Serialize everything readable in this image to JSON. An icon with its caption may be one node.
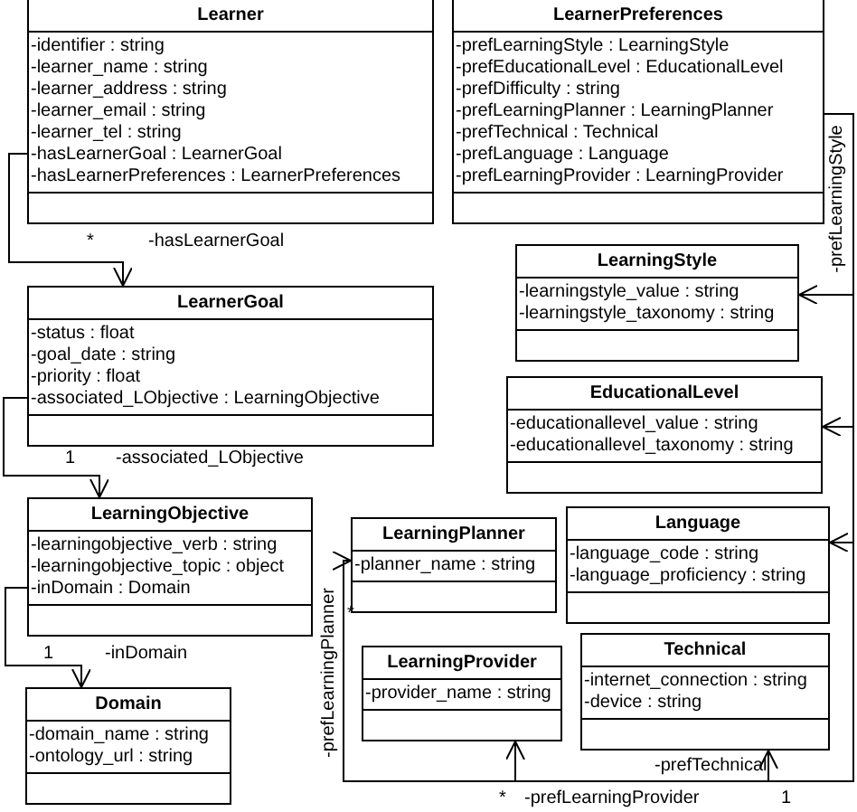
{
  "diagram": {
    "nodes": [
      {
        "text": [
          "Learner",
          "-identifier : string",
          "-learner_name : string",
          "-learner_address : string",
          "-learner_email : string",
          "-learner_tel : string",
          "-hasLearnerGoal : LearnerGoal",
          "-hasLearnerPreferences : LearnerPreferences"
        ]
      },
      {
        "text": [
          "LearnerPreferences",
          "-prefLearningStyle : LearningStyle",
          "-prefEducationalLevel : EducationalLevel",
          "-prefDifficulty : string",
          "-prefLearningPlanner : LearningPlanner",
          "-prefTechnical : Technical",
          "-prefLanguage : Language",
          "-prefLearningProvider : LearningProvider"
        ]
      },
      {
        "text": [
          "LearnerGoal",
          "-status : float",
          "-goal_date : string",
          "-priority : float",
          "-associated_LObjective : LearningObjective"
        ]
      },
      {
        "text": [
          "LearningStyle",
          "-learningstyle_value : string",
          "-learningstyle_taxonomy : string"
        ]
      },
      {
        "text": [
          "EducationalLevel",
          "-educationallevel_value : string",
          "-educationallevel_taxonomy : string"
        ]
      },
      {
        "text": [
          "LearningObjective",
          "-learningobjective_verb : string",
          "-learningobjective_topic : object",
          "-inDomain : Domain"
        ]
      },
      {
        "text": [
          "LearningPlanner",
          "-planner_name : string"
        ]
      },
      {
        "text": [
          "Language",
          "-language_code : string",
          "-language_proficiency : string"
        ]
      },
      {
        "text": [
          "LearningProvider",
          "-provider_name : string"
        ]
      },
      {
        "text": [
          "Technical",
          "-internet_connection : string",
          "-device : string"
        ]
      },
      {
        "text": [
          "Domain",
          "-domain_name : string",
          "-ontology_url : string"
        ]
      }
    ],
    "edges": [
      {
        "from": 0,
        "to": 2,
        "arrow": "to",
        "label": "-hasLearnerGoal"
      },
      {
        "from": 2,
        "to": 5,
        "arrow": "to",
        "label": "-associated_LObjective"
      },
      {
        "from": 5,
        "to": 10,
        "arrow": "to",
        "label": "-inDomain"
      },
      {
        "from": 1,
        "to": 3,
        "arrow": "to",
        "label": "-prefLearningStyle"
      },
      {
        "from": 1,
        "to": 4,
        "arrow": "to"
      },
      {
        "from": 1,
        "to": 7,
        "arrow": "to"
      },
      {
        "from": 1,
        "to": 6,
        "arrow": "to",
        "label": "-prefLearningPlanner"
      },
      {
        "from": 1,
        "to": 8,
        "arrow": "to",
        "label": "-prefLearningProvider"
      },
      {
        "from": 1,
        "to": 9,
        "arrow": "to",
        "label": "-prefTechnical"
      }
    ],
    "labels": [
      "*",
      "1",
      "1",
      "*",
      "*",
      "1"
    ]
  }
}
